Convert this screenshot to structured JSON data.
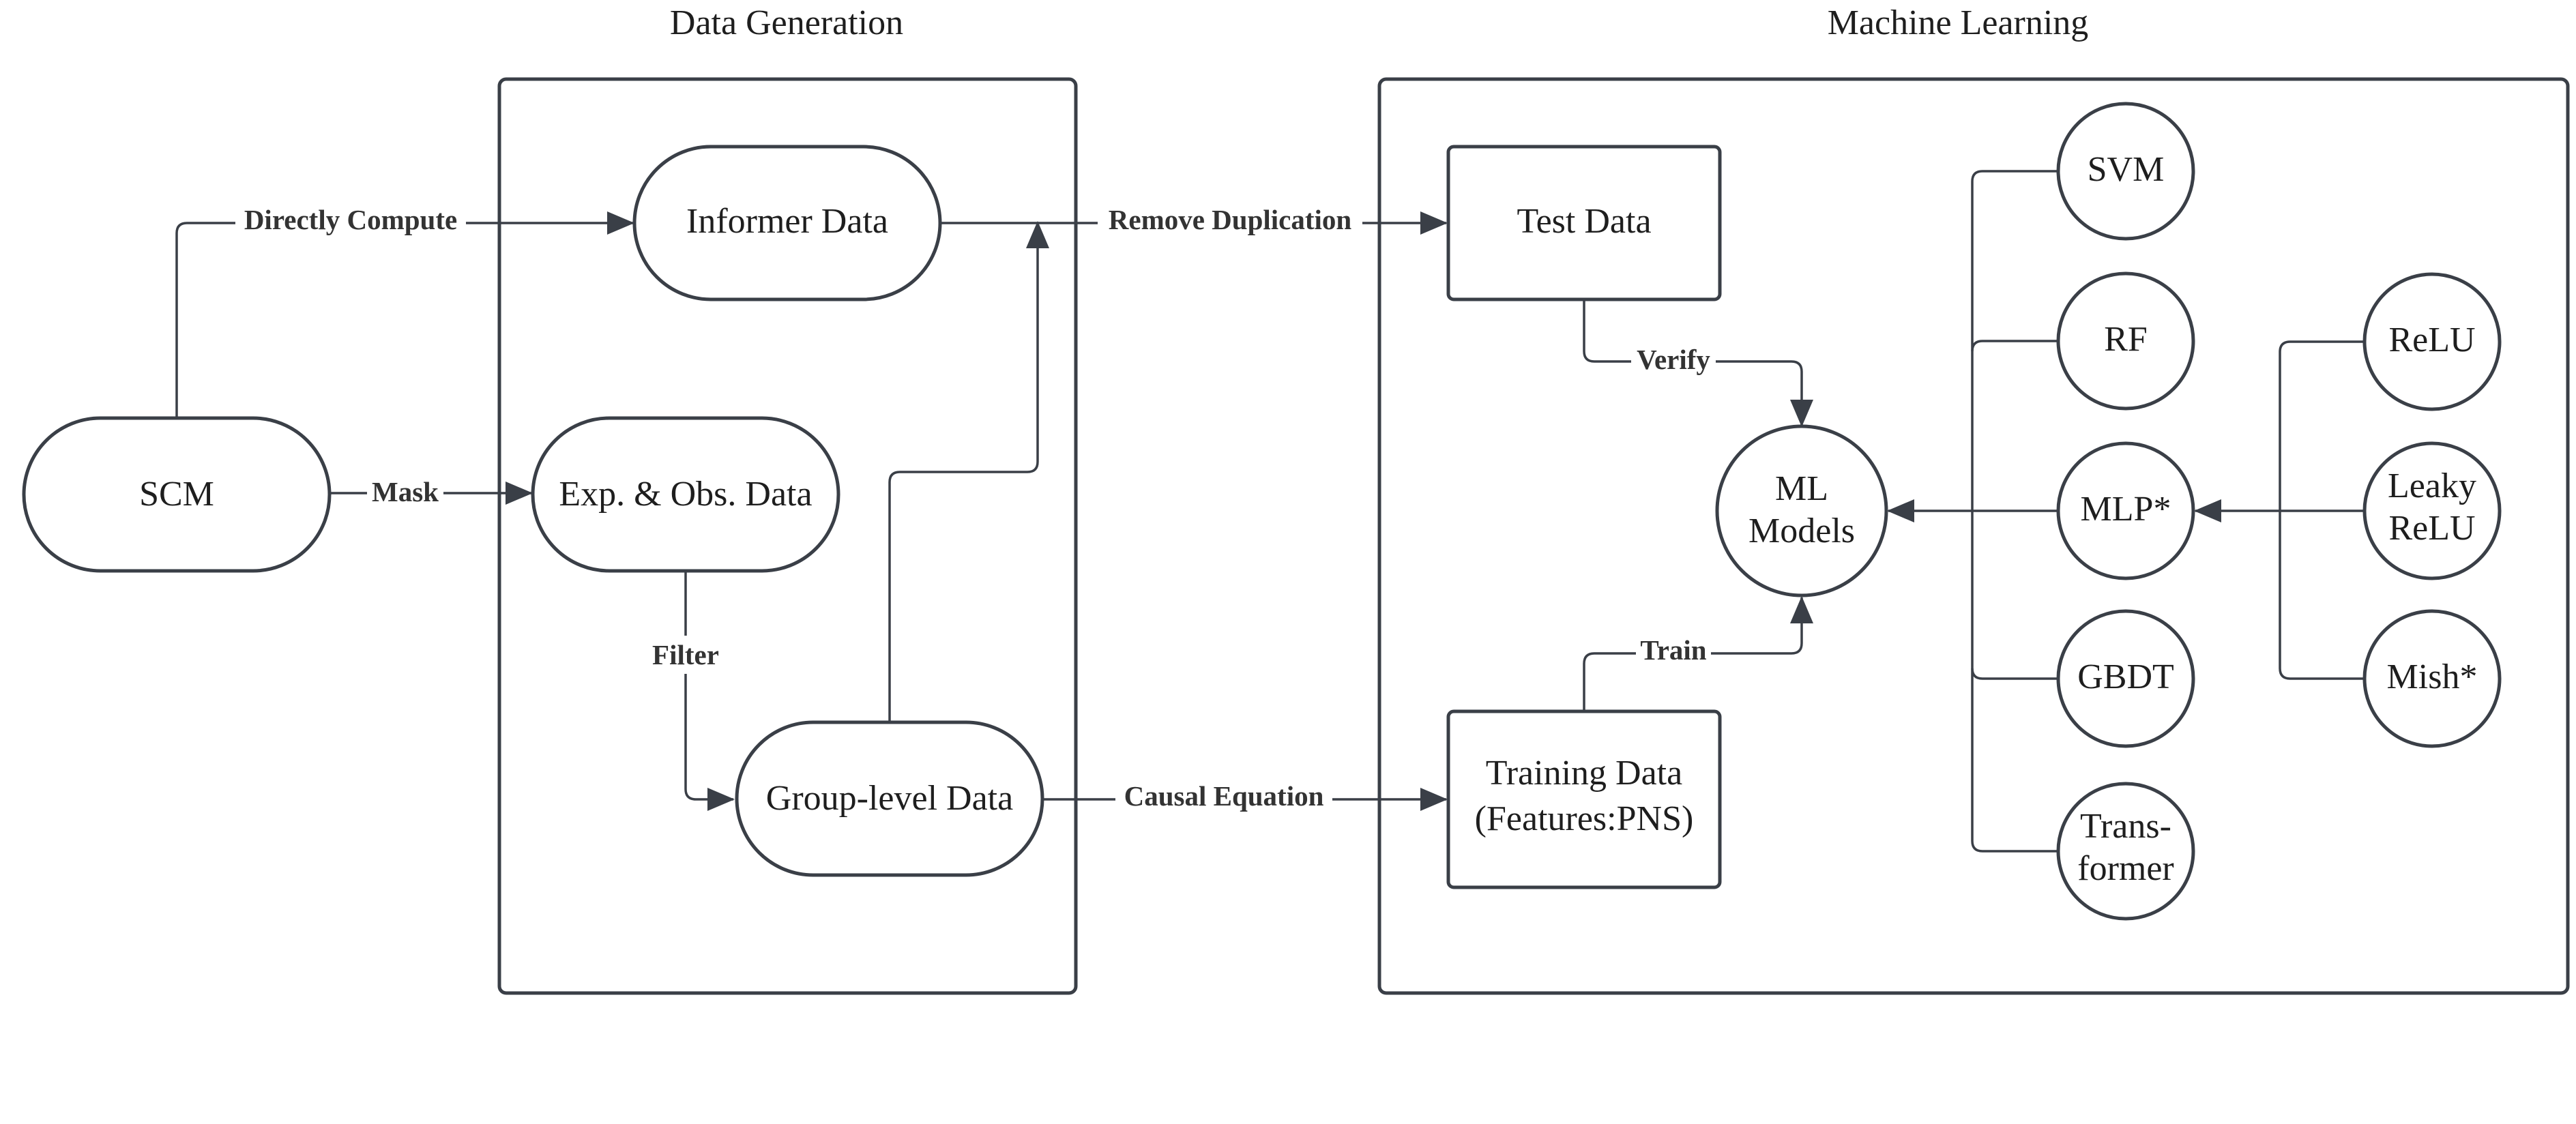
{
  "panels": {
    "data_generation": "Data Generation",
    "machine_learning": "Machine Learning"
  },
  "nodes": {
    "scm": "SCM",
    "informer": "Informer Data",
    "exp_obs": "Exp. & Obs. Data",
    "group_level": "Group-level Data",
    "test": "Test Data",
    "training_line1": "Training Data",
    "training_line2": "(Features:PNS)",
    "ml_line1": "ML",
    "ml_line2": "Models",
    "svm": "SVM",
    "rf": "RF",
    "mlp": "MLP*",
    "gbdt": "GBDT",
    "transformer_line1": "Trans-",
    "transformer_line2": "former",
    "relu": "ReLU",
    "leaky_line1": "Leaky",
    "leaky_line2": "ReLU",
    "mish": "Mish*"
  },
  "edges": {
    "directly_compute": "Directly Compute",
    "mask": "Mask",
    "filter": "Filter",
    "remove_duplication": "Remove Duplication",
    "causal_equation": "Causal Equation",
    "verify": "Verify",
    "train": "Train"
  }
}
